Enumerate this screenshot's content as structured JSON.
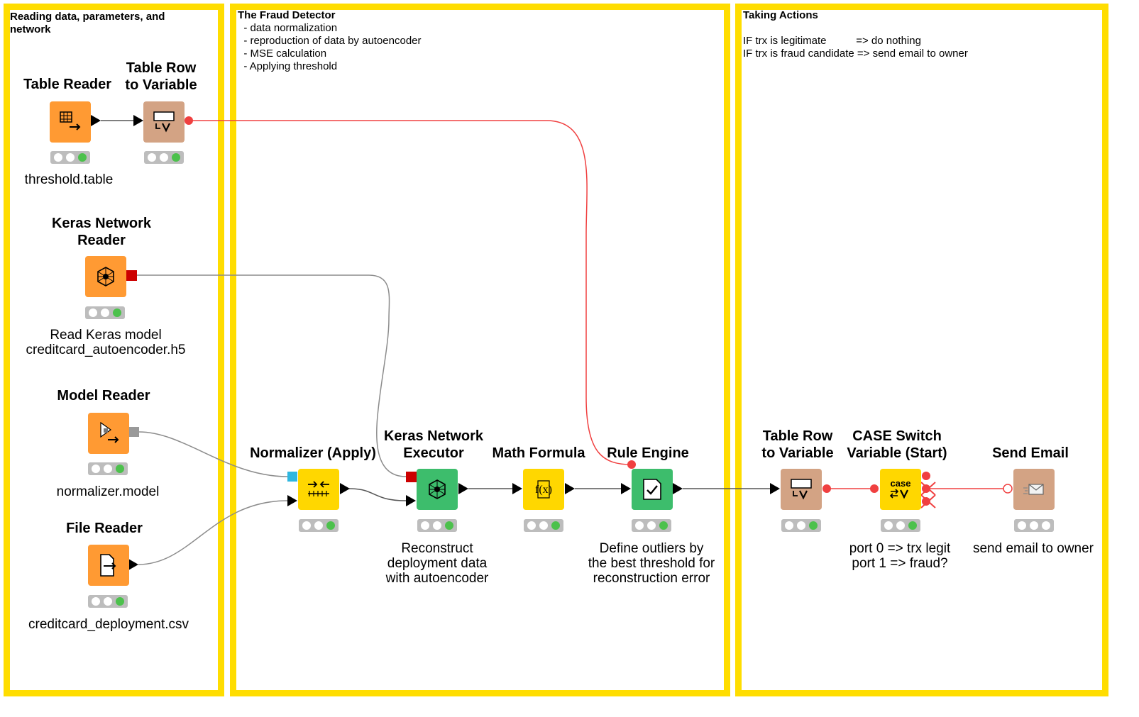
{
  "annotations": [
    {
      "title": "Reading data, parameters, and network",
      "lines": ""
    },
    {
      "title": "The Fraud Detector",
      "lines": "  - data normalization\n  - reproduction of data by autoencoder\n  - MSE calculation\n  - Applying threshold"
    },
    {
      "title": "Taking Actions",
      "lines": "IF trx is legitimate          => do nothing\nIF trx is fraud candidate => send email to owner"
    }
  ],
  "nodes": {
    "table_reader": {
      "title": "Table Reader",
      "label": "threshold.table",
      "color": "#ff9a33",
      "icon": "table-reader-icon"
    },
    "table_row_to_variable_1": {
      "title": "Table Row\nto Variable",
      "label": "",
      "color": "#d3a384",
      "icon": "table-to-variable-icon"
    },
    "keras_network_reader": {
      "title": "Keras Network\nReader",
      "label": "Read Keras model\ncreditcard_autoencoder.h5",
      "color": "#ff9a33",
      "icon": "keras-network-icon"
    },
    "model_reader": {
      "title": "Model Reader",
      "label": "normalizer.model",
      "color": "#ff9a33",
      "icon": "model-reader-icon"
    },
    "file_reader": {
      "title": "File Reader",
      "label": "creditcard_deployment.csv",
      "color": "#ff9a33",
      "icon": "file-reader-icon"
    },
    "normalizer_apply": {
      "title": "Normalizer (Apply)",
      "label": "",
      "color": "#ffd700",
      "icon": "normalizer-icon"
    },
    "keras_network_executor": {
      "title": "Keras Network\nExecutor",
      "label": "Reconstruct\ndeployment data\nwith autoencoder",
      "color": "#3dbd6c",
      "icon": "keras-network-icon"
    },
    "math_formula": {
      "title": "Math Formula",
      "label": "",
      "color": "#ffd700",
      "icon": "math-formula-icon"
    },
    "rule_engine": {
      "title": "Rule Engine",
      "label": "Define outliers by\nthe best threshold for\nreconstruction error",
      "color": "#3dbd6c",
      "icon": "rule-engine-icon"
    },
    "table_row_to_variable_2": {
      "title": "Table Row\nto Variable",
      "label": "",
      "color": "#d3a384",
      "icon": "table-to-variable-icon"
    },
    "case_switch": {
      "title": "CASE Switch\nVariable (Start)",
      "label": "port 0 => trx legit\nport 1 => fraud?",
      "color": "#ffd700",
      "icon": "case-switch-icon",
      "icon_text": "case"
    },
    "send_email": {
      "title": "Send Email",
      "label": "send email to owner",
      "color": "#d3a384",
      "icon": "email-icon"
    }
  },
  "colors": {
    "annotation_border": "#ffdd00",
    "variable_wire": "#f04040",
    "data_wire": "#8c8c8c",
    "status_ok": "#4cc14c"
  }
}
